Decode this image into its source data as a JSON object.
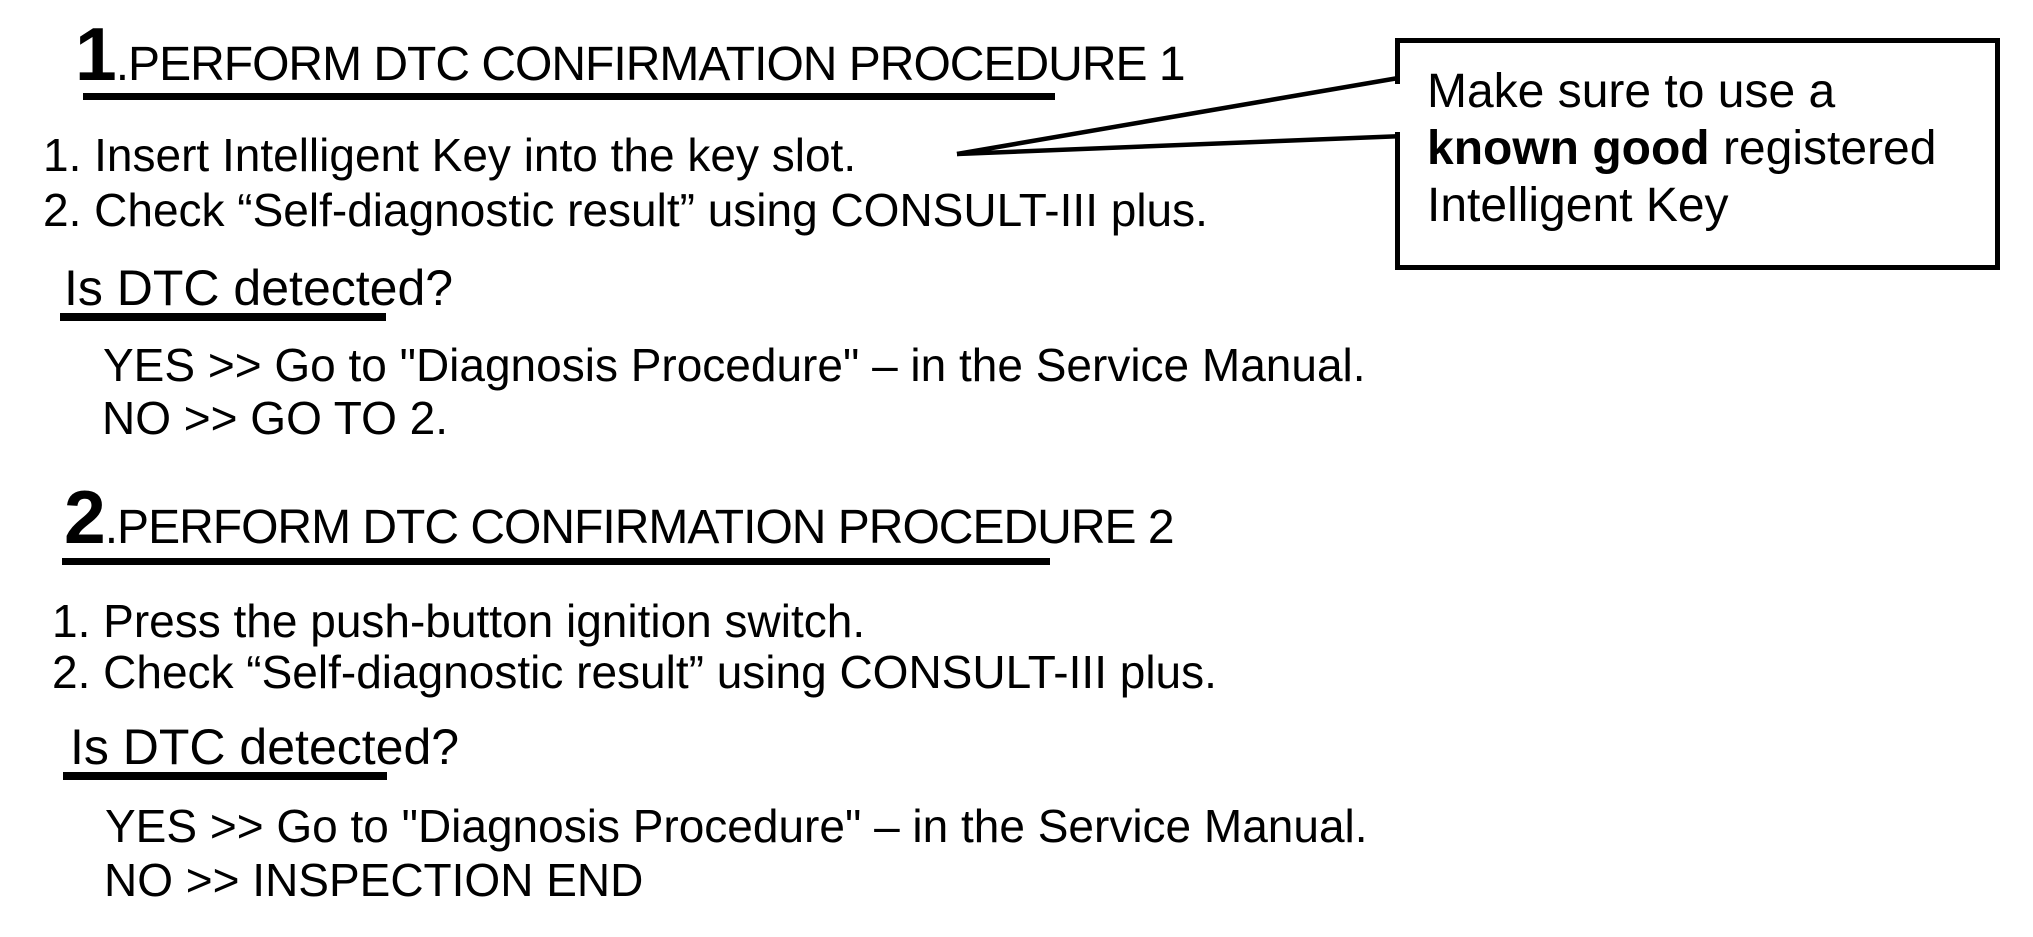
{
  "page": {
    "background": "#ffffff",
    "text_color": "#000000"
  },
  "sections": [
    {
      "number": "1",
      "title": ".PERFORM DTC CONFIRMATION PROCEDURE 1",
      "steps": [
        "1. Insert Intelligent Key into the key slot.",
        "2. Check “Self-diagnostic result” using CONSULT-III plus."
      ],
      "question": "Is DTC detected?",
      "yes_line": "YES >> Go to \"Diagnosis Procedure\" – in the Service Manual.",
      "no_line": "NO >> GO TO 2."
    },
    {
      "number": "2",
      "title": ".PERFORM DTC CONFIRMATION PROCEDURE 2",
      "steps": [
        "1. Press the push-button ignition switch.",
        "2. Check “Self-diagnostic result” using CONSULT-III plus."
      ],
      "question": "Is DTC detected?",
      "yes_line": "YES >> Go to \"Diagnosis Procedure\" – in the Service Manual.",
      "no_line": "NO >> INSPECTION END"
    }
  ],
  "callout": {
    "line1": "Make sure to use a",
    "line2_bold": "known good",
    "line2_rest": " registered",
    "line3": "Intelligent Key"
  }
}
